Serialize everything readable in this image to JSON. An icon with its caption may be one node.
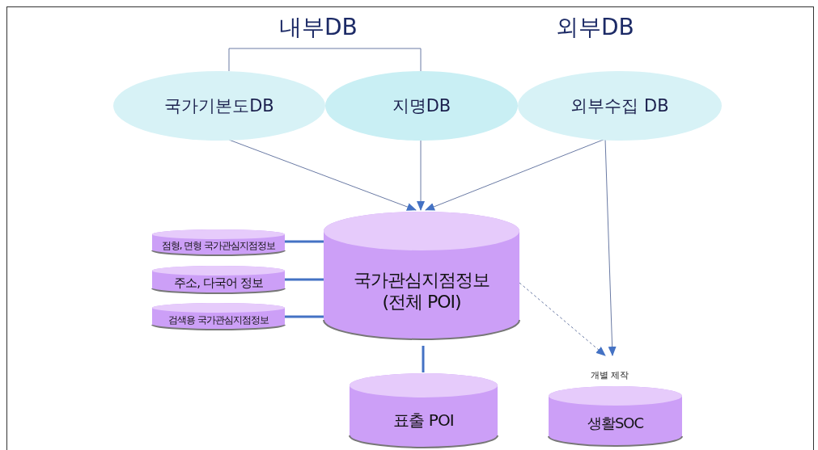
{
  "diagram": {
    "nodes": [
      {
        "text": [
          "국가기본도DB"
        ]
      },
      {
        "text": [
          "지명DB"
        ]
      },
      {
        "text": [
          "외부수집 DB"
        ]
      },
      {
        "text": [
          "국가관심지점정보 (전체 POI)"
        ]
      },
      {
        "text": [
          "점형, 면형 국가관심지점정보"
        ]
      },
      {
        "text": [
          "주소, 다국어 정보"
        ]
      },
      {
        "text": [
          "검색용 국가관심지점정보"
        ]
      },
      {
        "text": [
          "표출 POI"
        ]
      },
      {
        "text": [
          "생활SOC"
        ],
        "beside": [
          "개별 제작"
        ]
      }
    ],
    "edges": [
      {
        "from": 0,
        "to": 3,
        "arrow": "to",
        "color": "#6a7aa4"
      },
      {
        "from": 1,
        "to": 3,
        "arrow": "to",
        "color": "#6a7aa4"
      },
      {
        "from": 2,
        "to": 3,
        "arrow": "to",
        "color": "#6a7aa4"
      },
      {
        "from": 2,
        "to": 8,
        "arrow": "to",
        "color": "#6a7aa4"
      },
      {
        "from": 3,
        "to": 8,
        "arrow": "to",
        "style": "dashed",
        "color": "#6a7aa4"
      },
      {
        "from": 4,
        "to": 3,
        "arrow": "none",
        "style": "thick"
      },
      {
        "from": 5,
        "to": 3,
        "arrow": "none",
        "style": "thick"
      },
      {
        "from": 6,
        "to": 3,
        "arrow": "none",
        "style": "thick"
      },
      {
        "from": 3,
        "to": 7,
        "arrow": "none",
        "style": "thick"
      }
    ],
    "labels": [
      "내부DB",
      "외부DB"
    ]
  }
}
